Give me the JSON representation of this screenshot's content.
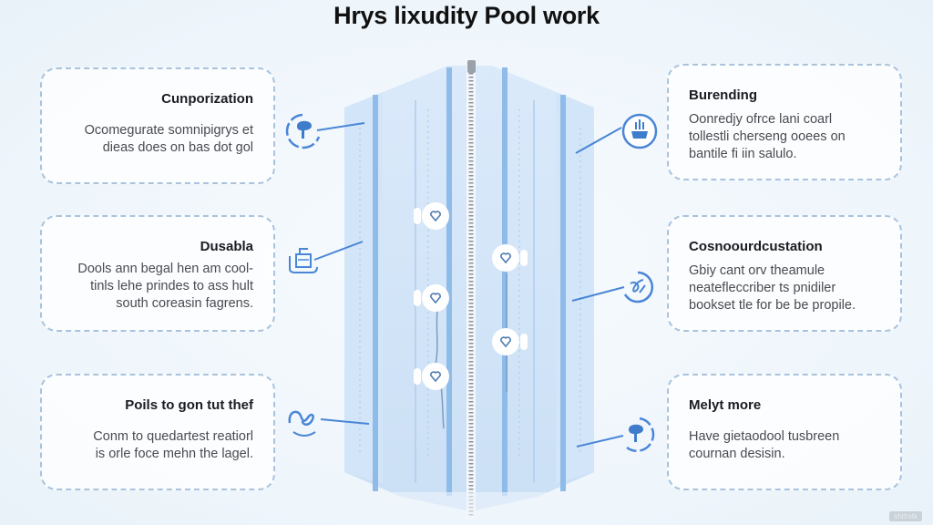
{
  "title": "Hrys lixudity Pool work",
  "cards": [
    {
      "side": "left",
      "title": "Cunporization",
      "desc_lines": [
        "Ocomegurate somnipigrys et",
        "dieas does on bas dot gol"
      ],
      "icon": "tree-icon"
    },
    {
      "side": "left",
      "title": "Dusabla",
      "desc_lines": [
        "Dools ann begal hen am cool-",
        "tinls lehe prindes to ass hult",
        "south coreasin fagrens."
      ],
      "icon": "basket-icon"
    },
    {
      "side": "left",
      "title": "Poils to gon tut thef",
      "desc_lines": [
        "Conm to quedartest reatiorl",
        "is orle foce mehn the lagel."
      ],
      "icon": "swirl-icon"
    },
    {
      "side": "right",
      "title": "Burending",
      "desc_lines": [
        "Oonredjy ofrce lani coarl",
        "tollestli cherseng ooees on",
        "bantile fi iin salulo."
      ],
      "icon": "fountain-icon"
    },
    {
      "side": "right",
      "title": "Cosnoourdcustation",
      "desc_lines": [
        "Gbiy cant orv theamule",
        "neatefleccriber ts pnidiler",
        "bookset tle for be be propile."
      ],
      "icon": "knot-icon"
    },
    {
      "side": "right",
      "title": "Melyt more",
      "desc_lines": [
        "Have gietaodool tusbreen",
        "cournan desisin."
      ],
      "icon": "tree-icon"
    }
  ],
  "nodes": [
    {
      "label": "heart-node",
      "column": "left"
    },
    {
      "label": "heart-node",
      "column": "left"
    },
    {
      "label": "heart-node",
      "column": "left"
    },
    {
      "label": "heart-node",
      "column": "right"
    },
    {
      "label": "heart-node",
      "column": "right"
    }
  ],
  "colors": {
    "accent": "#4a86d6",
    "pool_fill": "#cfe2f7",
    "pool_stripe": "#8fbbe9",
    "card_border": "#a9c3dd",
    "title": "#111111"
  },
  "watermark": "shtfrstk"
}
